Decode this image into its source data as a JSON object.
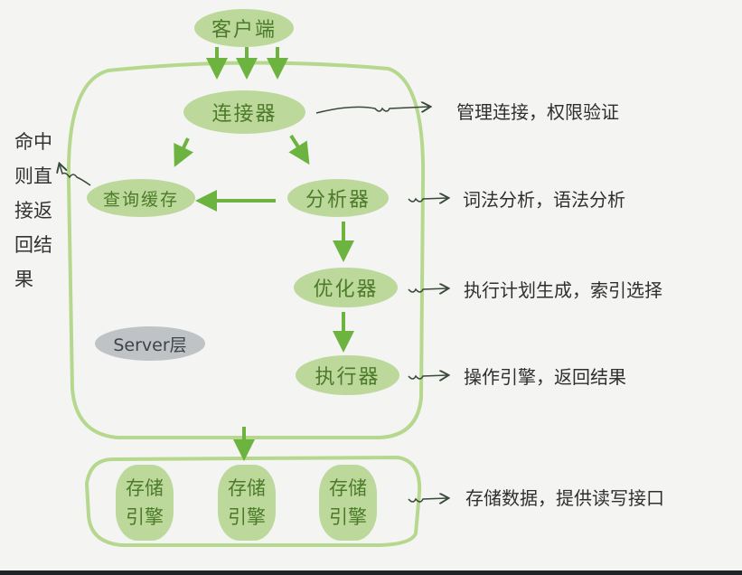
{
  "nodes": {
    "client": "客户端",
    "connector": "连接器",
    "query_cache": "查询缓存",
    "analyzer": "分析器",
    "optimizer": "优化器",
    "executor": "执行器",
    "server_layer": "Server层",
    "storage_engines": [
      "存储引擎",
      "存储引擎",
      "存储引擎"
    ]
  },
  "annotations": {
    "connector": "管理连接，权限验证",
    "analyzer": "词法分析，语法分析",
    "optimizer": "执行计划生成，索引选择",
    "executor": "操作引擎，返回结果",
    "storage": "存储数据，提供读写接口",
    "cache_hit": "命中则直接返回结果"
  },
  "colors": {
    "node": "#bcd99b",
    "arrow": "#6cb33f",
    "boundary": "#b5d88e"
  }
}
